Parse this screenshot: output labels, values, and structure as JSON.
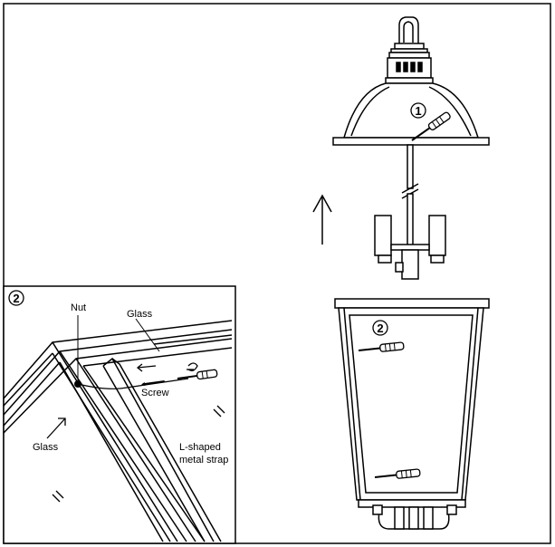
{
  "steps": {
    "step1": "1",
    "step2": "2",
    "inset_step": "2"
  },
  "inset": {
    "label_nut": "Nut",
    "label_glass_top": "Glass",
    "label_screw": "Screw",
    "label_glass_left": "Glass",
    "label_strap_line1": "L-shaped",
    "label_strap_line2": "metal strap"
  },
  "icons": {
    "screwdriver": "screwdriver-icon",
    "arrow_up": "arrow-up-icon",
    "rotate": "rotate-icon"
  }
}
